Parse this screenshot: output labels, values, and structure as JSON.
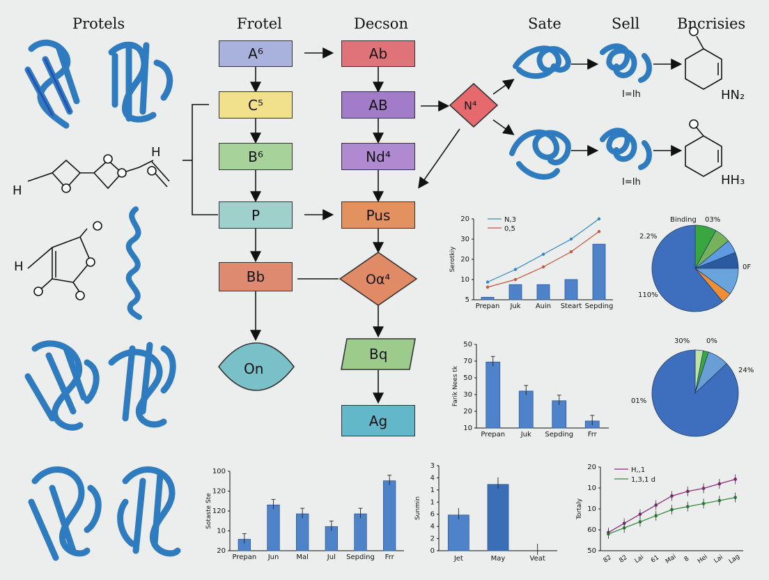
{
  "headers": {
    "proteins": "Protels",
    "protein": "Frotel",
    "decision": "Decson",
    "state": "Sate",
    "cell": "Sell",
    "binders": "Bncrisies"
  },
  "flow_left": {
    "a": "A⁶",
    "c": "C⁵",
    "b": "B⁶",
    "p": "P",
    "bb": "Bb",
    "on": "On"
  },
  "flow_right": {
    "ab1": "Ab",
    "ab2": "AB",
    "nd": "Nd⁴",
    "pus": "Pus",
    "oa": "Oα⁴",
    "bq": "Bq",
    "ag": "Ag"
  },
  "decision_node": "N⁴",
  "molecules": {
    "h_left": "H",
    "h_right": "H",
    "h_mid": "H",
    "hn2": "HN₂",
    "hh3": "HH₃",
    "cell_lbl_top": "Ι=Ιh",
    "cell_lbl_bot": "Ι=Ιh"
  },
  "colors": {
    "ribbon": "#2f7bbf",
    "bar": "#4f83c9",
    "node_a": "#a8b2dd",
    "node_c": "#f1e08c",
    "node_b": "#a7d39b",
    "node_p": "#9fd0cc",
    "node_bb": "#dd8a70",
    "node_on": "#79c0c8",
    "node_ab": "#e07379",
    "node_abv": "#a37cc9",
    "node_nd": "#b08ad0",
    "node_pus": "#e3915f",
    "node_oa": "#e08a66",
    "node_bq": "#9ccb8c",
    "node_ag": "#62b7c9",
    "node_n": "#e6696d"
  },
  "chart_data": [
    {
      "type": "line",
      "title": "",
      "ylabel": "Serotkiy",
      "legend": [
        "N,3",
        "0,5"
      ],
      "categories": [
        "Prepan",
        "Juk",
        "Auin",
        "Steart",
        "Sepding"
      ],
      "yticks": [
        "5",
        "10",
        "20",
        "30",
        "20"
      ],
      "series": [
        {
          "name": "N,3",
          "values": [
            7,
            12,
            18,
            24,
            32
          ]
        },
        {
          "name": "0,5",
          "values": [
            5,
            8,
            13,
            19,
            27
          ]
        }
      ],
      "bars": [
        1,
        6,
        6,
        8,
        22
      ],
      "ylim": [
        0,
        32
      ]
    },
    {
      "type": "pie",
      "labels": [
        "Binding",
        "03%",
        "2.2%",
        "0F",
        "110%"
      ],
      "values": [
        8,
        6,
        5,
        6,
        10,
        4,
        61
      ]
    },
    {
      "type": "bar",
      "ylabel": "Farik Nees tk",
      "categories": [
        "Prepan",
        "Juk",
        "Sepding",
        "Frr"
      ],
      "yticks": [
        "10",
        "20",
        "30",
        "50",
        "70",
        "50"
      ],
      "values": [
        75,
        42,
        31,
        8
      ],
      "ylim": [
        0,
        95
      ]
    },
    {
      "type": "pie",
      "labels": [
        "30%",
        "0%",
        "24%",
        "01%"
      ],
      "values": [
        3,
        2,
        8,
        87
      ]
    },
    {
      "type": "bar",
      "ylabel": "Sotaste Ste",
      "categories": [
        "Prepan",
        "Jun",
        "Mal",
        "Jul",
        "Sepding",
        "Frr"
      ],
      "yticks": [
        "20",
        "10",
        "120",
        "120",
        "100"
      ],
      "values": [
        18,
        72,
        58,
        38,
        58,
        110
      ],
      "ylim": [
        0,
        125
      ]
    },
    {
      "type": "bar",
      "ylabel": "Sunmin",
      "categories": [
        "Jet",
        "May",
        "Veat"
      ],
      "yticks": [
        "0",
        "2",
        "4",
        "6",
        "1",
        "1",
        "4",
        "3"
      ],
      "values": [
        4.2,
        7.8,
        0
      ],
      "ylim": [
        0,
        10
      ]
    },
    {
      "type": "line",
      "ylabel": "Tortaly",
      "legend": [
        "H,,1",
        "1,3,1 d"
      ],
      "categories": [
        "82",
        "82",
        "Lai",
        "61",
        "Mai",
        "8",
        "Hei",
        "Lai",
        "Lag"
      ],
      "yticks": [
        "50",
        "60",
        "10",
        "10",
        "20"
      ],
      "series": [
        {
          "name": "H,,1",
          "values": [
            52,
            58,
            64,
            70,
            76,
            79,
            81,
            84,
            87
          ]
        },
        {
          "name": "1,3,1 d",
          "values": [
            51,
            55,
            59,
            63,
            67,
            69,
            71,
            73,
            75
          ]
        }
      ],
      "ylim": [
        40,
        95
      ]
    }
  ]
}
